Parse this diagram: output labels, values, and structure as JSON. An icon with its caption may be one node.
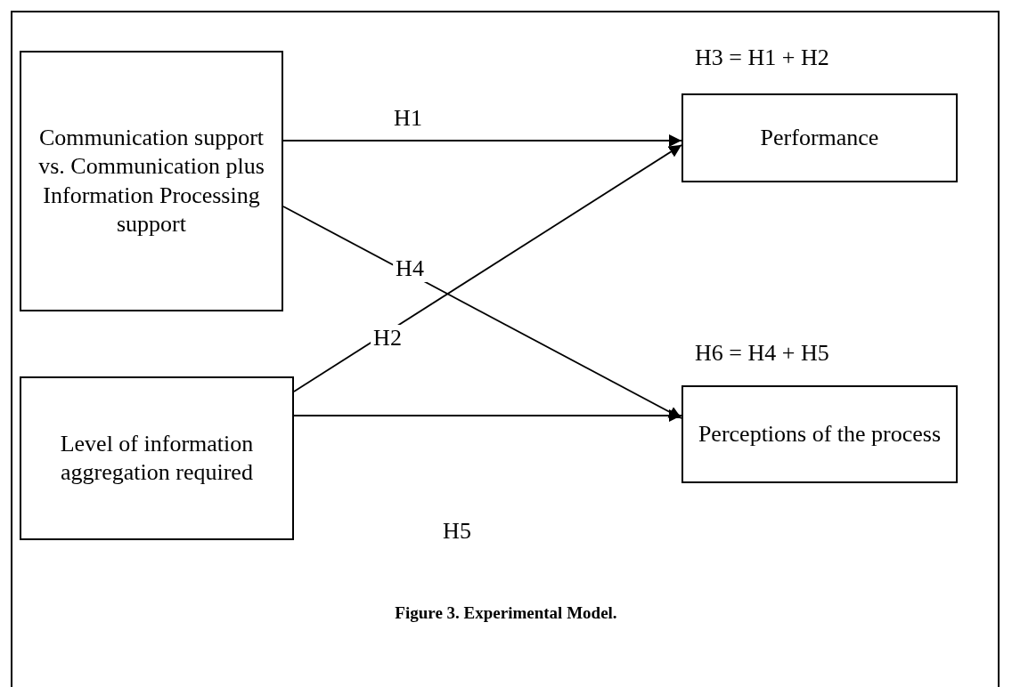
{
  "diagram": {
    "caption": "Figure 3. Experimental Model.",
    "nodes": [
      {
        "text": [
          "Communication support vs. Communication plus Information Processing support"
        ]
      },
      {
        "text": [
          "Level of information aggregation required"
        ]
      },
      {
        "text": [
          "Performance"
        ]
      },
      {
        "text": [
          "Perceptions of the process"
        ]
      }
    ],
    "edges": [
      {
        "from": 0,
        "to": 2,
        "arrow": "to",
        "label": "H1"
      },
      {
        "from": 0,
        "to": 3,
        "arrow": "to",
        "label": "H4"
      },
      {
        "from": 1,
        "to": 2,
        "arrow": "to",
        "label": "H2"
      },
      {
        "from": 1,
        "to": 3,
        "arrow": "to",
        "label": "H5"
      }
    ],
    "labels": [
      "H3 = H1 + H2",
      "H6 = H4 + H5"
    ]
  }
}
